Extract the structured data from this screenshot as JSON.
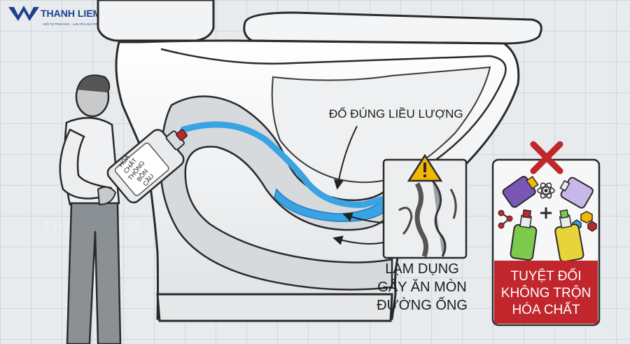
{
  "brand": {
    "name": "THANH LIEM",
    "tagline": "HỘI TỤ TINH HOA · LAN TỎA GIÁ TRỊ",
    "color": "#1f3f8f"
  },
  "watermark": "THANHLIEM",
  "bottle_label": [
    "HÓA",
    "CHẤT",
    "THÔNG",
    "BỒN",
    "CẦU"
  ],
  "labels": {
    "correct_dose": "ĐỔ ĐÚNG LIỀU LƯỢNG",
    "misuse": [
      "LẠM DỤNG",
      "GÂY ĂN MÒN",
      "ĐƯỜNG ỐNG"
    ]
  },
  "warning_box": {
    "text": [
      "TUYỆT ĐỐI",
      "KHÔNG TRỘN",
      "HÓA CHẤT"
    ],
    "accent": "#c0262c"
  },
  "colors": {
    "water": "#3aa3e3",
    "water_dark": "#1f7fc4",
    "outline": "#2a2a2a",
    "porcelain": "#f4f5f6",
    "shadow": "#c9cdd1"
  }
}
